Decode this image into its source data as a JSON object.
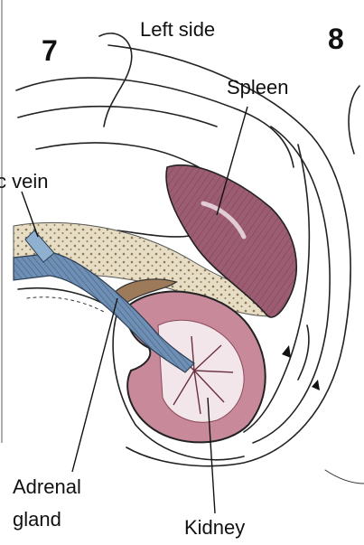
{
  "panel_numbers": {
    "left": "7",
    "right": "8"
  },
  "labels": {
    "top": "Left side",
    "spleen": "Spleen",
    "vein": "c vein",
    "adrenal_line1": "Adrenal",
    "adrenal_line2": "gland",
    "kidney": "Kidney"
  },
  "colors": {
    "spleen": "#9c5c72",
    "kidney": "#c8899a",
    "vein": "#6f8fb4",
    "fat": "#e7dcc4",
    "outline": "#222222"
  }
}
